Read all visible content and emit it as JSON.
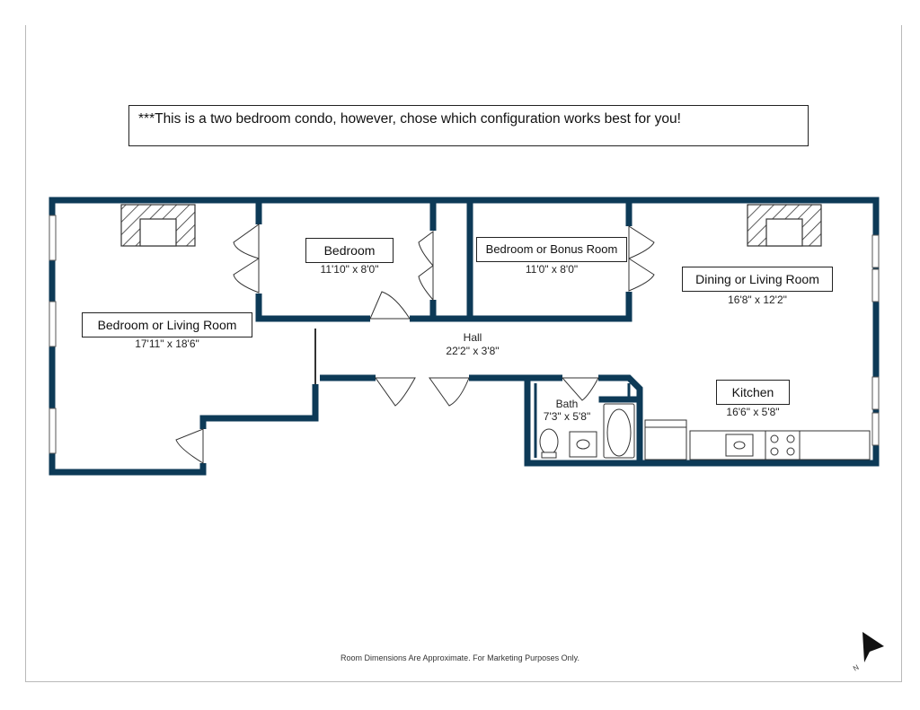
{
  "note": "***This is a two bedroom condo, however, chose which configuration works best for you!",
  "rooms": {
    "bedroom_living": {
      "name": "Bedroom or Living Room",
      "dim": "17'11\" x 18'6\""
    },
    "bedroom": {
      "name": "Bedroom",
      "dim": "11'10\" x 8'0\""
    },
    "bonus": {
      "name": "Bedroom or Bonus Room",
      "dim": "11'0\" x 8'0\""
    },
    "dining": {
      "name": "Dining or Living Room",
      "dim": "16'8\" x 12'2\""
    },
    "hall": {
      "name": "Hall",
      "dim": "22'2\" x 3'8\""
    },
    "bath": {
      "name": "Bath",
      "dim": "7'3\" x 5'8\""
    },
    "kitchen": {
      "name": "Kitchen",
      "dim": "16'6\" x 5'8\""
    }
  },
  "disclaimer": "Room Dimensions Are Approximate. For Marketing Purposes Only.",
  "compass_label": "N",
  "colors": {
    "wall": "#0d3a57",
    "line": "#444444"
  }
}
